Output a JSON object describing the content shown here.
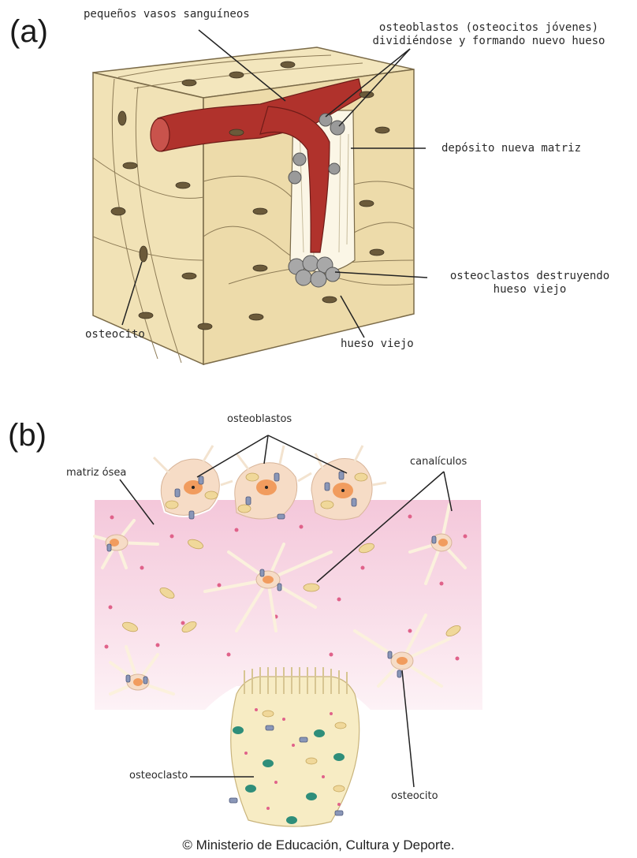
{
  "panel_a": {
    "letter": "(a)",
    "labels": {
      "vessels": "pequeños vasos sanguíneos",
      "osteoblasts_line1": "osteoblastos (osteocitos jóvenes)",
      "osteoblasts_line2": "dividiéndose y formando nuevo hueso",
      "new_matrix": "depósito nueva matriz",
      "osteoclasts_line1": "osteoclastos destruyendo",
      "osteoclasts_line2": "hueso viejo",
      "osteocyte": "osteocito",
      "old_bone": "hueso viejo"
    }
  },
  "panel_b": {
    "letter": "(b)",
    "labels": {
      "osteoblasts": "osteoblastos",
      "bone_matrix": "matriz ósea",
      "canaliculi": "canalículos",
      "osteoclast": "osteoclasto",
      "osteocyte": "osteocito"
    }
  },
  "credit": "© Ministerio de Educación, Cultura y Deporte.",
  "colors": {
    "bone": "#f2e4b8",
    "bone_dark": "#e3cf95",
    "vessel": "#b0322c",
    "matrix_pink": "#f6d3e0",
    "cell_orange": "#f4c9a0"
  }
}
